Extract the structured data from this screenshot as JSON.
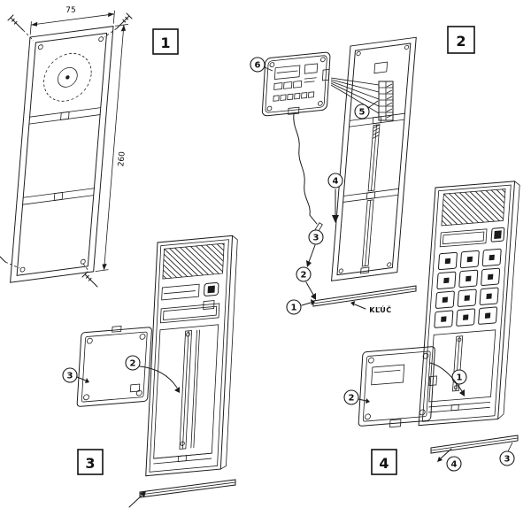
{
  "figure": {
    "bg": "#ffffff",
    "ink": "#1b1b1b"
  },
  "step_labels": {
    "s1": "1",
    "s2": "2",
    "s3": "3",
    "s4": "4"
  },
  "dimensions": {
    "width": "75",
    "height": "260"
  },
  "callouts": {
    "step2": {
      "c6": "6",
      "c5": "5",
      "c4": "4",
      "c3": "3",
      "c2": "2",
      "c1": "1"
    },
    "step3": {
      "c3": "3",
      "c2": "2"
    },
    "step4": {
      "c2": "2",
      "c1": "1",
      "c4": "4",
      "c3": "3"
    }
  },
  "annotations": {
    "key": "KĽÚČ"
  }
}
